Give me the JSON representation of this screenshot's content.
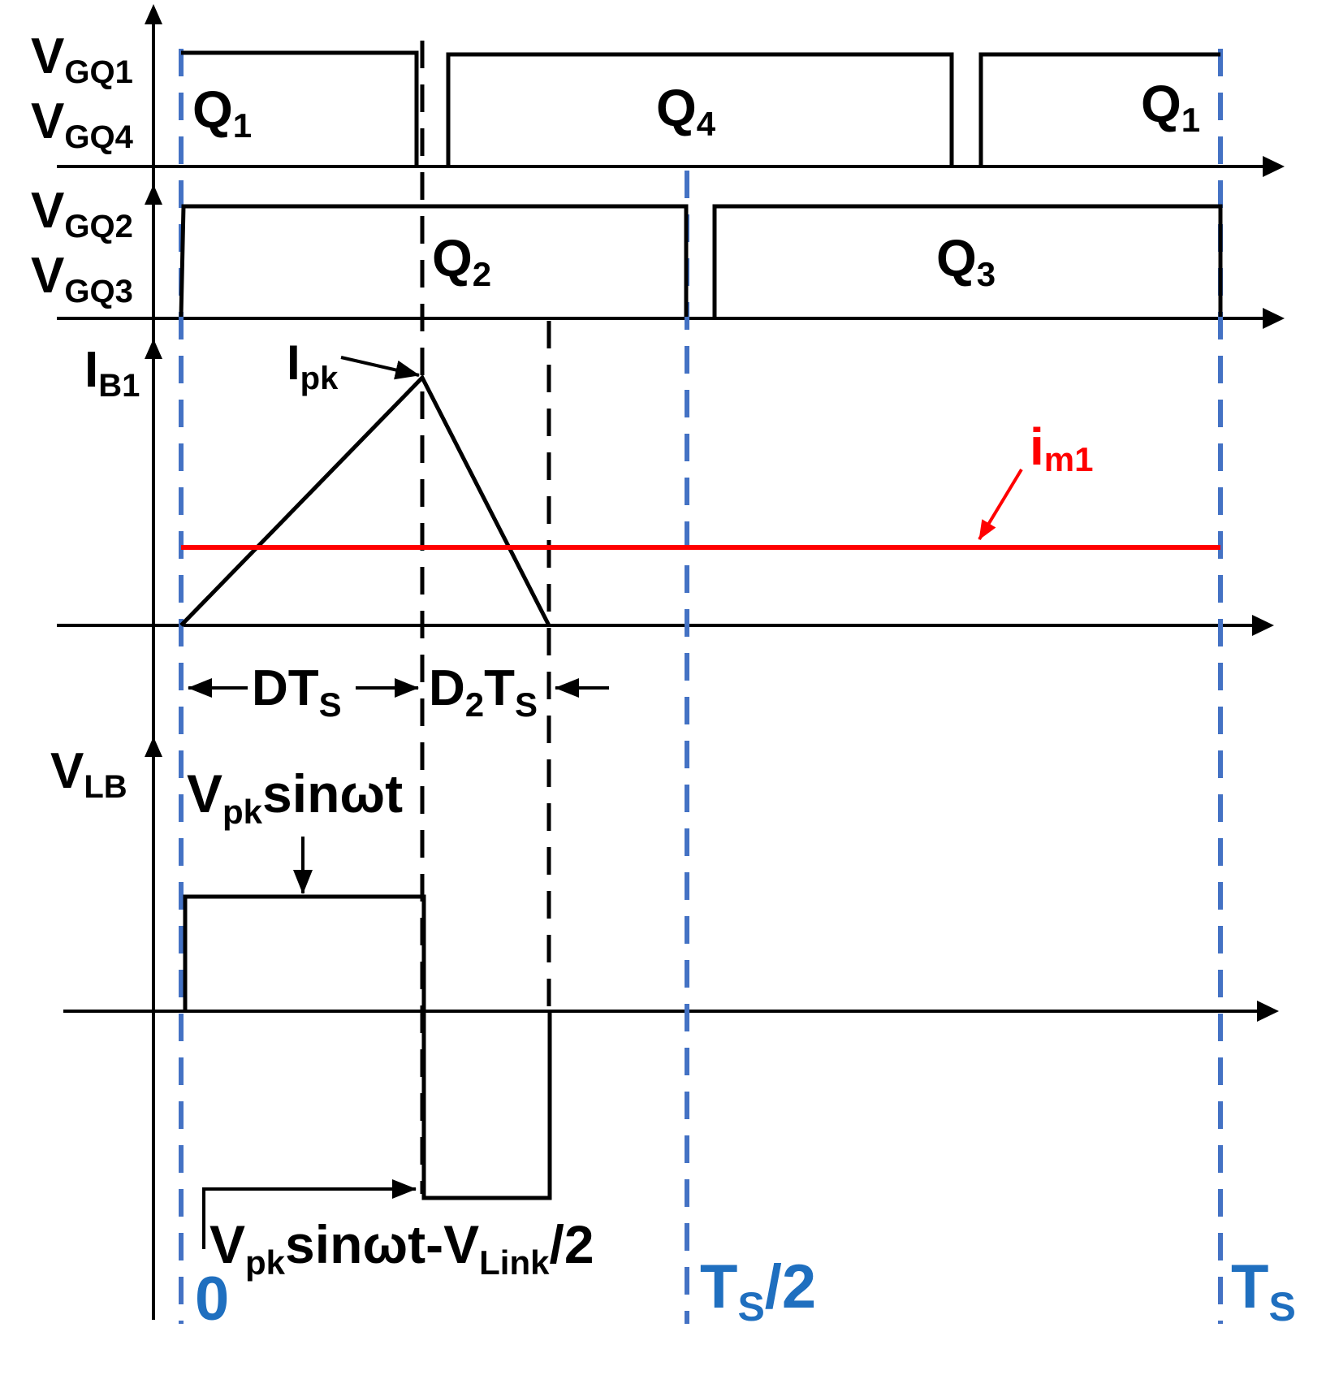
{
  "colors": {
    "wave": "#000000",
    "period_marker": "#4472c4",
    "time_label": "#1f6fbf",
    "magnetizing": "#ff0000"
  },
  "signals": {
    "vgq1": {
      "main": "V",
      "sub": "GQ1"
    },
    "vgq4": {
      "main": "V",
      "sub": "GQ4"
    },
    "vgq2": {
      "main": "V",
      "sub": "GQ2"
    },
    "vgq3": {
      "main": "V",
      "sub": "GQ3"
    },
    "ib1": {
      "main": "I",
      "sub": "B1"
    },
    "vlb": {
      "main": "V",
      "sub": "LB"
    }
  },
  "gates": {
    "q1_start": {
      "main": "Q",
      "sub": "1"
    },
    "q4": {
      "main": "Q",
      "sub": "4"
    },
    "q1_end": {
      "main": "Q",
      "sub": "1"
    },
    "q2": {
      "main": "Q",
      "sub": "2"
    },
    "q3": {
      "main": "Q",
      "sub": "3"
    }
  },
  "annotations": {
    "ipk": {
      "main": "I",
      "sub": "pk"
    },
    "im1": {
      "main": "i",
      "sub": "m1"
    },
    "dts": {
      "main": "DT",
      "sub": "S"
    },
    "d2ts": {
      "a": "D",
      "a_sub": "2",
      "b": "T",
      "b_sub": "S"
    },
    "vpk_sin": {
      "main": "V",
      "sub": "pk",
      "rest": "sinωt"
    },
    "vpk_sin_link": {
      "main": "V",
      "sub": "pk",
      "mid": "sinωt-V",
      "sub2": "Link",
      "end": "/2"
    }
  },
  "time_marks": {
    "zero": "0",
    "half": {
      "main": "T",
      "sub": "S",
      "end": "/2"
    },
    "full": {
      "main": "T",
      "sub": "S"
    }
  }
}
